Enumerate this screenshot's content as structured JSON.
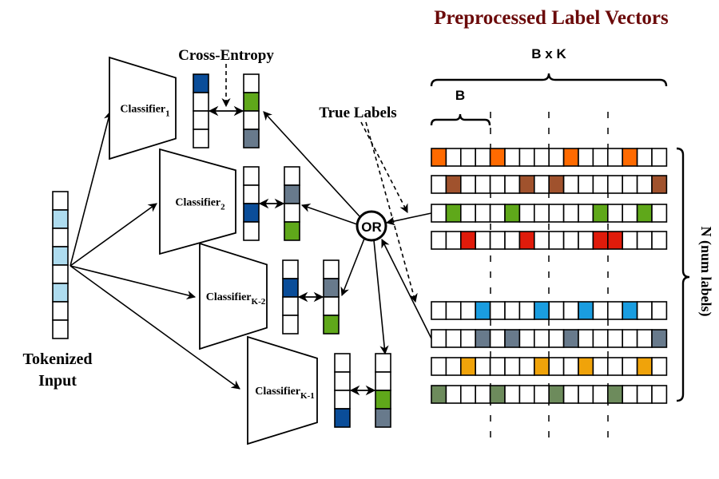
{
  "title": "Preprocessed Label Vectors",
  "colors": {
    "title": "#6b0a0a",
    "token_highlight": "#aedcef",
    "pred_blue": "#0a4d99",
    "green": "#5fa81a",
    "slate": "#687a8c",
    "orange": "#ff6a00",
    "brown": "#a0522d",
    "red": "#e01b0b",
    "sky": "#1a9de0",
    "amber": "#f0a30a",
    "olive": "#6d8b5c"
  },
  "labels": {
    "cross_entropy": "Cross-Entropy",
    "true_labels": "True Labels",
    "or_gate": "OR",
    "tokenized_input_line1": "Tokenized",
    "tokenized_input_line2": "Input",
    "bxk": "B x K",
    "b": "B",
    "n_num_labels": "N (num labels)"
  },
  "tokenized_input": {
    "cells": 8,
    "highlighted": [
      1,
      3,
      5
    ]
  },
  "classifiers": [
    {
      "name": "Classifier",
      "subscript": "1",
      "pred_filled": [
        0
      ],
      "true_cells": [
        "",
        "green",
        "",
        "slate"
      ]
    },
    {
      "name": "Classifier",
      "subscript": "2",
      "pred_filled": [
        2
      ],
      "true_cells": [
        "",
        "slate",
        "",
        "green"
      ]
    },
    {
      "name": "Classifier",
      "subscript": "K-2",
      "pred_filled": [
        1
      ],
      "true_cells": [
        "",
        "slate",
        "",
        "green"
      ]
    },
    {
      "name": "Classifier",
      "subscript": "K-1",
      "pred_filled": [
        3
      ],
      "true_cells": [
        "",
        "",
        "green",
        "slate"
      ]
    }
  ],
  "label_matrix": {
    "block_size_B": 4,
    "num_blocks_K": 4,
    "rows": [
      {
        "color": "orange",
        "active": [
          0,
          4,
          9,
          13
        ]
      },
      {
        "color": "brown",
        "active": [
          1,
          6,
          8,
          15
        ]
      },
      {
        "color": "green",
        "active": [
          1,
          5,
          11,
          14
        ]
      },
      {
        "color": "red",
        "active": [
          2,
          6,
          11,
          12
        ]
      },
      {
        "color": "sky",
        "active": [
          3,
          7,
          10,
          13
        ]
      },
      {
        "color": "slate",
        "active": [
          3,
          5,
          9,
          15
        ]
      },
      {
        "color": "amber",
        "active": [
          2,
          7,
          10,
          14
        ]
      },
      {
        "color": "olive",
        "active": [
          0,
          4,
          8,
          12
        ]
      }
    ]
  }
}
